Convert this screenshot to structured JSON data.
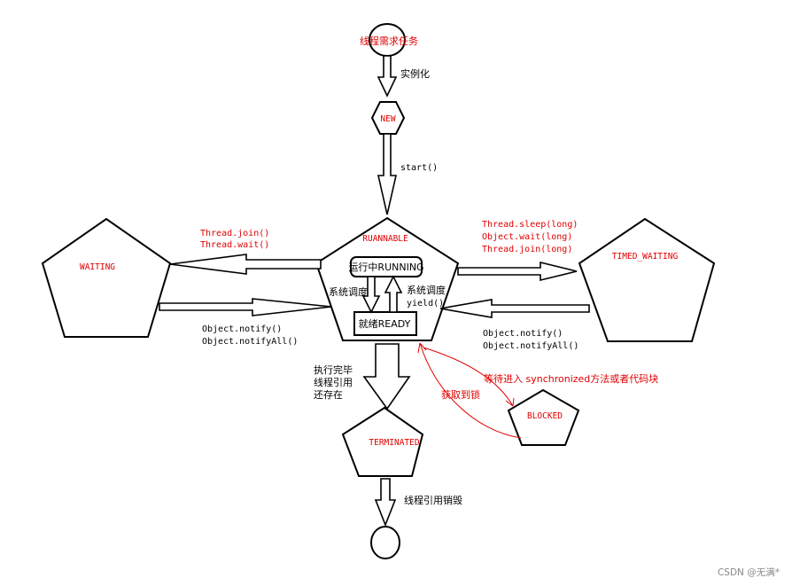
{
  "start_label": "线程需求任务",
  "instantiate_label": "实例化",
  "start_call_label": "start()",
  "states": {
    "new": "NEW",
    "runnable": "RUANNABLE",
    "running": "运行中RUNNING",
    "ready": "就绪READY",
    "waiting": "WAITING",
    "timed_waiting": "TIMED_WAITING",
    "blocked": "BLOCKED",
    "terminated": "TERMINATED"
  },
  "transitions": {
    "to_waiting": [
      "Thread.join()",
      "Thread.wait()"
    ],
    "from_waiting": [
      "Object.notify()",
      "Object.notifyAll()"
    ],
    "to_timed_waiting": [
      "Thread.sleep(long)",
      "Object.wait(long)",
      "Thread.join(long)"
    ],
    "from_timed_waiting": [
      "Object.notify()",
      "Object.notifyAll()"
    ],
    "schedule_down": "系统调度",
    "schedule_up": [
      "系统调度",
      "yield()"
    ],
    "to_blocked": "等待进入 synchronized方法或者代码块",
    "from_blocked": "获取到锁",
    "to_terminated": [
      "执行完毕",
      "线程引用",
      "还存在"
    ],
    "destroy": "线程引用销毁"
  },
  "watermark": "CSDN @无满*",
  "colors": {
    "highlight": "#e00000",
    "line": "#000000",
    "watermark": "#888888"
  }
}
